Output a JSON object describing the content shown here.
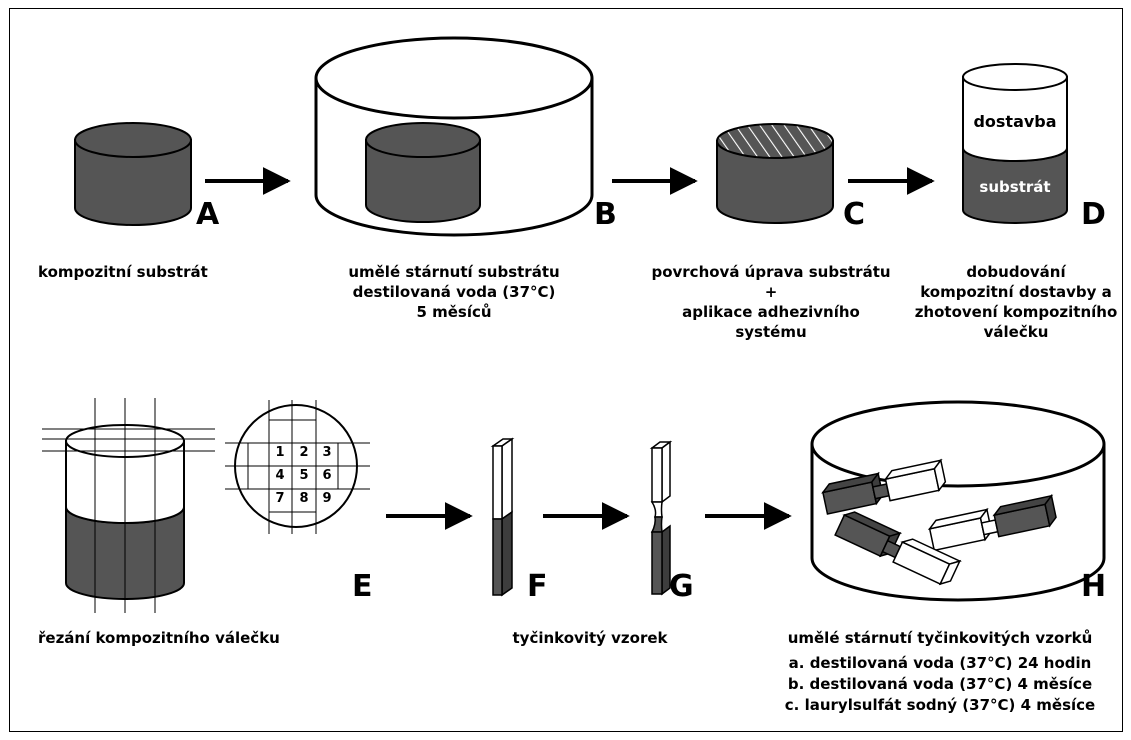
{
  "panels": {
    "A": {
      "letter": "A",
      "caption": [
        "kompozitní substrát"
      ]
    },
    "B": {
      "letter": "B",
      "caption": [
        "umělé stárnutí substrátu",
        "destilovaná voda (37°C)",
        "5 měsíců"
      ]
    },
    "C": {
      "letter": "C",
      "caption": [
        "povrchová úprava substrátu",
        "+",
        "aplikace adhezivního",
        "systému"
      ]
    },
    "D": {
      "letter": "D",
      "caption": [
        "dobudování",
        "kompozitní dostavby a",
        "zhotovení kompozitního",
        "válečku"
      ],
      "top_label": "dostavba",
      "bottom_label": "substrát"
    },
    "E": {
      "letter": "E",
      "caption": [
        "řezání kompozitního válečku"
      ],
      "grid_numbers": [
        "1",
        "2",
        "3",
        "4",
        "5",
        "6",
        "7",
        "8",
        "9"
      ]
    },
    "F": {
      "letter": "F",
      "caption": [
        "tyčinkovitý vzorek"
      ]
    },
    "G": {
      "letter": "G"
    },
    "H": {
      "letter": "H",
      "caption": [
        "umělé stárnutí tyčinkovitých vzorků",
        "a. destilovaná voda (37°C) 24 hodin",
        "b. destilovaná voda (37°C) 4 měsíce",
        "c. laurylsulfát sodný (37°C) 4 měsíce"
      ]
    }
  },
  "colors": {
    "substrate": "#555555",
    "restoration": "#ffffff",
    "outline": "#000000",
    "dark_side": "#3d3d3d"
  }
}
